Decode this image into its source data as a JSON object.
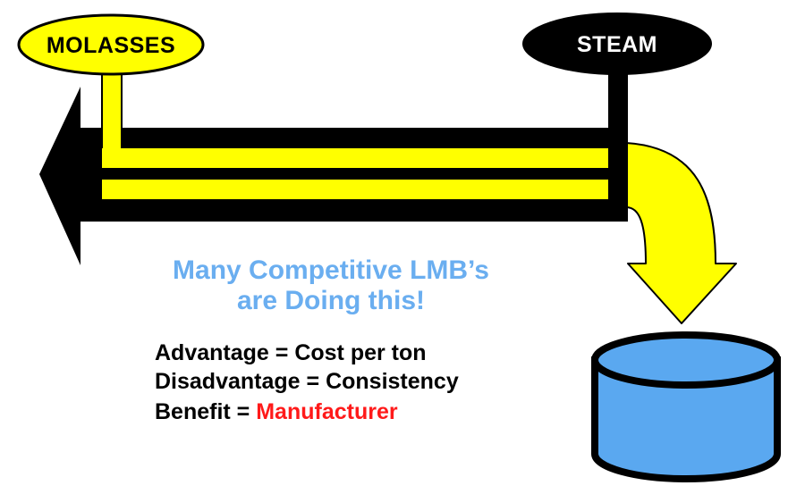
{
  "colors": {
    "yellow": "#ffff00",
    "black": "#000000",
    "tank_fill": "#5aa8f0",
    "headline": "#6aaef0",
    "highlight": "#ff1a1a"
  },
  "diagram": {
    "inputs": [
      {
        "label": "MOLASSES",
        "fill": "#ffff00",
        "text_color": "#000000"
      },
      {
        "label": "STEAM",
        "fill": "#000000",
        "text_color": "#ffffff"
      }
    ]
  },
  "headline": {
    "line1": "Many Competitive LMB’s",
    "line2": "are Doing this!"
  },
  "points": {
    "advantage": {
      "label": "Advantage = ",
      "value": "Cost per ton"
    },
    "disadvantage": {
      "label": "Disadvantage = ",
      "value": "Consistency"
    },
    "benefit": {
      "label": "Benefit = ",
      "value": "Manufacturer"
    }
  }
}
